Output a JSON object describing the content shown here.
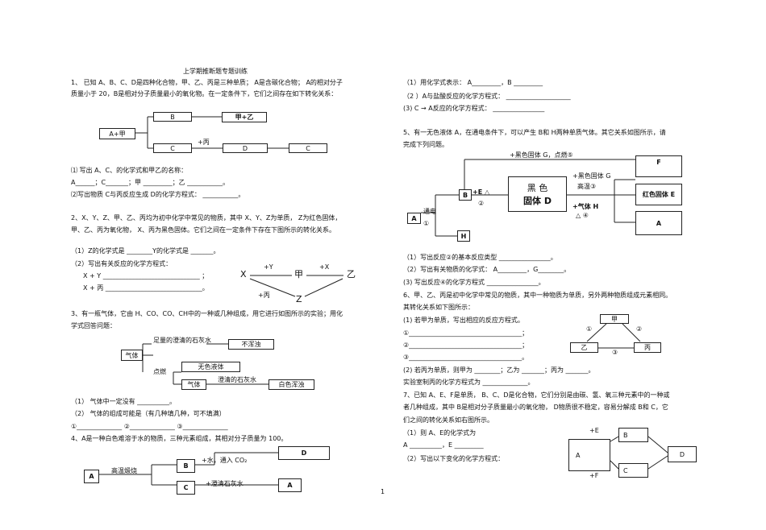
{
  "title": "上学期推断题专题训练",
  "page_number": "1",
  "left": {
    "q1": {
      "line1": "1、 已知 A、B、C、D是四种化合物，甲、乙、丙是三种单质； A是含碳化合物； A的相对分子",
      "line2": "质量小于 20，B是相对分子质量最小的氧化物。在一定条件下，它们之间存在如下转化关系：",
      "box_a": "A+甲",
      "box_b": "B",
      "box_jy": "甲+乙",
      "box_c": "C",
      "label_bing": "+丙",
      "box_d": "D",
      "box_c2": "C",
      "sub1": "⑴ 写出 A、C、的化学式和甲乙的名称：",
      "sub1_fill": "A______；C_______；甲 _________；乙 ___________。",
      "sub2": "⑵写出物质 C与丙反应生成 D的化学方程式： ___________。"
    },
    "q2": {
      "line1": "2、X、Y、Z、甲、乙、丙均为初中化学中常见的物质，其中 X、Y、Z为单质， Z为红色固体，",
      "line2": "甲、乙、丙为氧化物， X、丙为黑色固体。它们之间在一定条件下存在下图所示的转化关系。",
      "sub1": "（1）Z的化学式是 ________Y的化学式是 _______。",
      "sub2": "（2）写出有关反应的化学方程式：",
      "eq1": "X + Y ______________________________ ；",
      "eq2": "X + 丙 ______________________________。",
      "d_x": "X",
      "d_plusy": "+Y",
      "d_jia": "甲",
      "d_plusx": "+X",
      "d_yi": "乙",
      "d_plusbing": "+丙",
      "d_z": "Z"
    },
    "q3": {
      "line1": "3、有一瓶气体，它由 H、CO、CO、CH中的一种或几种组成，用它进行如图所示的实验；用化",
      "line2": "学式回答问题：",
      "g_qiti": "气体",
      "g_top": "足量的澄清的石灰水",
      "g_notturbid": "不浑浊",
      "g_dianran": "点燃",
      "g_wuse": "无色液体",
      "g_qiti2": "气体",
      "g_chengqing": "澄清的石灰水",
      "g_baise": "白色浑浊",
      "sub1": "（1） 气体中一定没有 __________。",
      "sub2": "（2） 气体的组成可能是（有几种填几种，可不填满）",
      "sub2_fill": "①______________ ②______________ ③______________"
    },
    "q4": {
      "line1": "4、A是一种白色难溶于水的物质，三种元素组成，其相对分子质量为 100。",
      "box_a": "A",
      "gaowen": "高温煅烧",
      "box_b": "B",
      "shui": "+水，通入 CO₂",
      "box_d": "D",
      "box_c": "C",
      "chengqing": "+澄清石灰水",
      "box_a2": "A"
    }
  },
  "right": {
    "q4cont": {
      "l1": "（1）用化学式表示： A_________，B _________",
      "l2": "（2 ）A与盐酸反应的化学方程式： ____________________",
      "l3": "(3) C → A反应的化学方程式： ________________"
    },
    "q5": {
      "line1": "5、有一无色液体 A，在通电条件下，可以产生 B和 H两种单质气体。其它关系如图所示，请",
      "line2": "完成下列问题。",
      "tongdian": "通电",
      "c1": "①",
      "box_a": "A",
      "box_b": "B",
      "plus_e": "+E △",
      "c2": "②",
      "box_h": "H",
      "heise1": "黑 色",
      "heise2": "固体 D",
      "black_g_fire": "+黑色固体 G，点燃⑤",
      "black_g": "+黑色固体 G",
      "gaowen3": "高温③",
      "qiti_h": "+气体 H",
      "c4": "△ ④",
      "box_f": "F",
      "box_red": "红色固体 E",
      "box_a2": "A",
      "sub1": "（1）写出反应②的基本反应类型 ________________。",
      "sub2": "（2）写出有关物质的化学式： A_________，G________。",
      "sub3": "(3) 写出反应④的化学方程式 ________________。"
    },
    "q6": {
      "line1": "6、甲、乙、丙是初中化学中常见的物质，其中一种物质为单质，另外两种物质组成元素相同。",
      "line2": "其转化关系如下图所示：",
      "sub1": "(1) 若甲为单质，写出相应的反应方程式。",
      "b1": "①___________________________________；",
      "b2": "②___________________________________；",
      "b3": "③___________________________________。",
      "sub2": "(2) 若丙为单质，则甲为 ________；乙为 _______；丙为 _______。",
      "sub3": "实验室制丙的化学方程式为 ______________。",
      "d_jia": "甲",
      "d_yi": "乙",
      "d_bing": "丙",
      "n1": "①",
      "n2": "②",
      "n3": "③"
    },
    "q7": {
      "line1": "7、已知 A、E、F是单质， B、C、D是化合物，它们分别是由碳、氢、氧三种元素中的一种或",
      "line2": "者几种组成，其中 B是相对分子质量最小的氧化物， D物质很不稳定，容易分解成 B和 C，它",
      "line3": "们之间的转化关系如右图所示。",
      "sub1": "（1）则 A、E的化学式为",
      "sub1_fill": "A __________，E _________",
      "sub2": "（2）写出以下变化的化学方程式：",
      "d_a": "A",
      "d_b": "B",
      "d_c": "C",
      "d_d": "D",
      "d_pe": "+E",
      "d_pf": "+F"
    }
  }
}
